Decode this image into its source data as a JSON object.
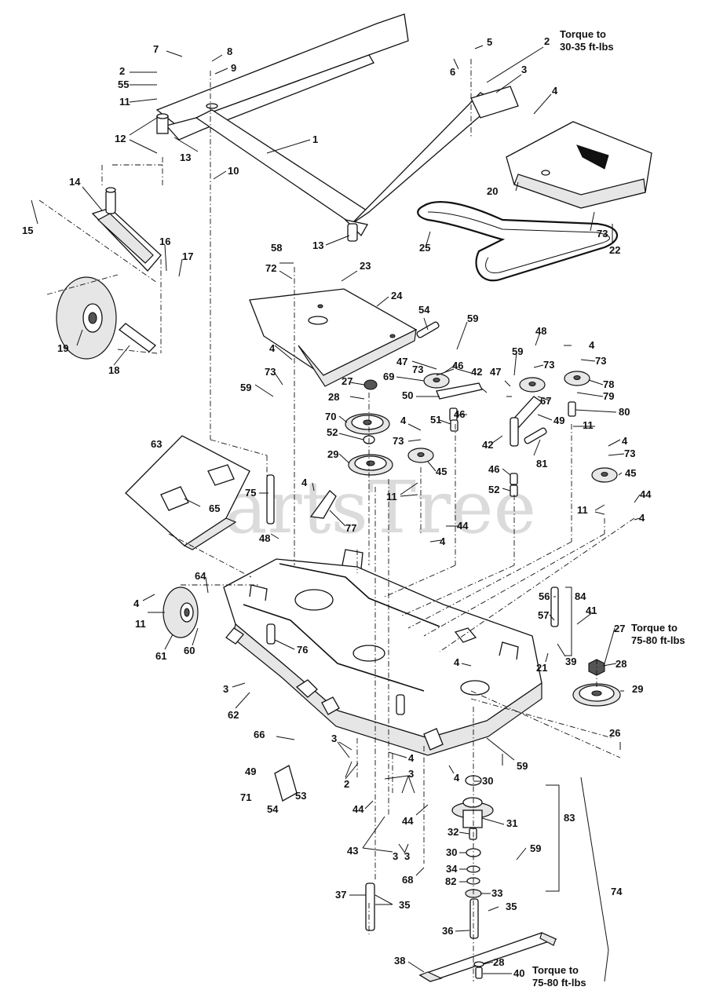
{
  "watermark": {
    "text": "PartsTree",
    "mark": "™"
  },
  "torque_notes": [
    {
      "line1": "Torque to",
      "line2": "30-35 ft-lbs"
    },
    {
      "line1": "Torque to",
      "line2": "75-80 ft-lbs"
    },
    {
      "line1": "Torque to",
      "line2": "75-80 ft-lbs"
    }
  ],
  "callouts": [
    "1",
    "2",
    "2",
    "2",
    "3",
    "3",
    "3",
    "3",
    "3",
    "3",
    "4",
    "4",
    "4",
    "4",
    "4",
    "4",
    "4",
    "4",
    "4",
    "4",
    "4",
    "4",
    "5",
    "6",
    "7",
    "8",
    "9",
    "10",
    "11",
    "11",
    "11",
    "11",
    "11",
    "12",
    "13",
    "13",
    "14",
    "15",
    "16",
    "17",
    "18",
    "19",
    "20",
    "21",
    "22",
    "23",
    "24",
    "25",
    "26",
    "27",
    "27",
    "28",
    "28",
    "28",
    "29",
    "29",
    "30",
    "30",
    "31",
    "32",
    "33",
    "34",
    "35",
    "35",
    "36",
    "37",
    "38",
    "39",
    "40",
    "41",
    "42",
    "42",
    "43",
    "44",
    "44",
    "44",
    "44",
    "45",
    "45",
    "46",
    "46",
    "46",
    "47",
    "47",
    "48",
    "48",
    "49",
    "49",
    "50",
    "51",
    "52",
    "52",
    "53",
    "54",
    "54",
    "55",
    "56",
    "57",
    "58",
    "59",
    "59",
    "59",
    "59",
    "59",
    "60",
    "61",
    "62",
    "63",
    "64",
    "65",
    "66",
    "67",
    "68",
    "69",
    "70",
    "71",
    "72",
    "73",
    "73",
    "73",
    "73",
    "73",
    "73",
    "73",
    "74",
    "75",
    "76",
    "77",
    "78",
    "79",
    "80",
    "81",
    "82",
    "83",
    "84"
  ]
}
